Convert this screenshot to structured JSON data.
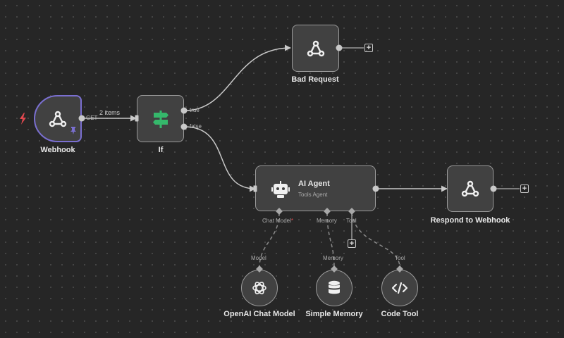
{
  "nodes": {
    "webhook": {
      "label": "Webhook",
      "output_label": "GET"
    },
    "if": {
      "label": "If",
      "true_label": "true",
      "false_label": "false"
    },
    "bad_request": {
      "label": "Bad Request"
    },
    "ai_agent": {
      "title": "AI Agent",
      "subtitle": "Tools Agent",
      "chat_model_label": "Chat Model",
      "required_mark": "*",
      "memory_label": "Memory",
      "tool_label": "Tool"
    },
    "respond": {
      "label": "Respond to Webhook"
    },
    "openai": {
      "label": "OpenAI Chat Model",
      "port_label": "Model"
    },
    "memory": {
      "label": "Simple Memory",
      "port_label": "Memory"
    },
    "code_tool": {
      "label": "Code Tool",
      "port_label": "Tool"
    }
  },
  "connection": {
    "items_label": "2 items"
  },
  "icons": [
    "webhook-icon",
    "signpost-icon",
    "robot-icon",
    "openai-icon",
    "database-icon",
    "code-icon",
    "bolt-icon",
    "pin-icon",
    "plus-icon"
  ],
  "colors": {
    "canvas": "#262626",
    "node": "#414141",
    "selected_border": "#7a6fd0",
    "if_green": "#35b86b",
    "trigger_red": "#e0484f",
    "required_red": "#e0484f"
  }
}
